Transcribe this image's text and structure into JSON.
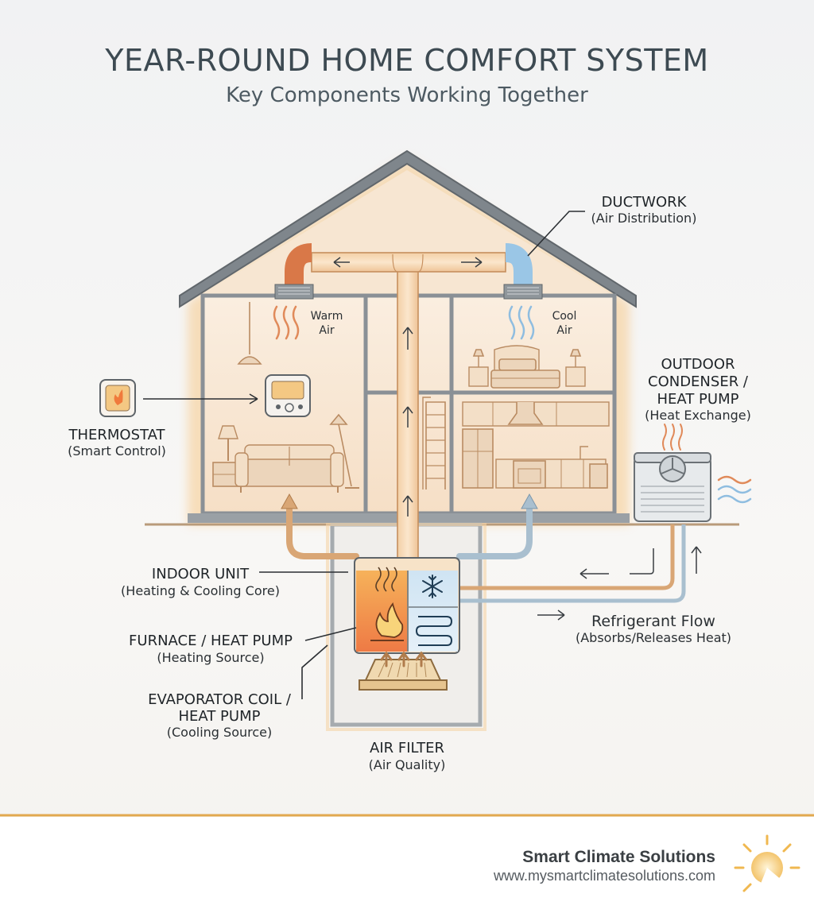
{
  "header": {
    "title": "YEAR-ROUND HOME COMFORT SYSTEM",
    "subtitle": "Key Components Working Together"
  },
  "labels": {
    "ductwork": {
      "name": "DUCTWORK",
      "desc": "(Air Distribution)"
    },
    "warm_air": {
      "line1": "Warm",
      "line2": "Air"
    },
    "cool_air": {
      "line1": "Cool",
      "line2": "Air"
    },
    "outdoor": {
      "line1": "OUTDOOR",
      "line2": "CONDENSER /",
      "line3": "HEAT PUMP",
      "desc": "(Heat Exchange)"
    },
    "thermostat": {
      "name": "THERMOSTAT",
      "desc": "(Smart Control)"
    },
    "indoor_unit": {
      "name": "INDOOR UNIT",
      "desc": "(Heating & Cooling Core)"
    },
    "furnace": {
      "name": "FURNACE / HEAT PUMP",
      "desc": "(Heating Source)"
    },
    "evaporator": {
      "line1": "EVAPORATOR COIL /",
      "line2": "HEAT PUMP",
      "desc": "(Cooling Source)"
    },
    "refrigerant": {
      "name": "Refrigerant Flow",
      "desc": "(Absorbs/Releases Heat)"
    },
    "air_filter": {
      "name": "AIR FILTER",
      "desc": "(Air Quality)"
    }
  },
  "footer": {
    "brand": "Smart Climate Solutions",
    "url": "www.mysmartclimatesolutions.com"
  },
  "colors": {
    "warm": "#d9a675",
    "cool": "#a9bfcf",
    "accent": "#e2a94f",
    "flame": "#e8643a"
  }
}
